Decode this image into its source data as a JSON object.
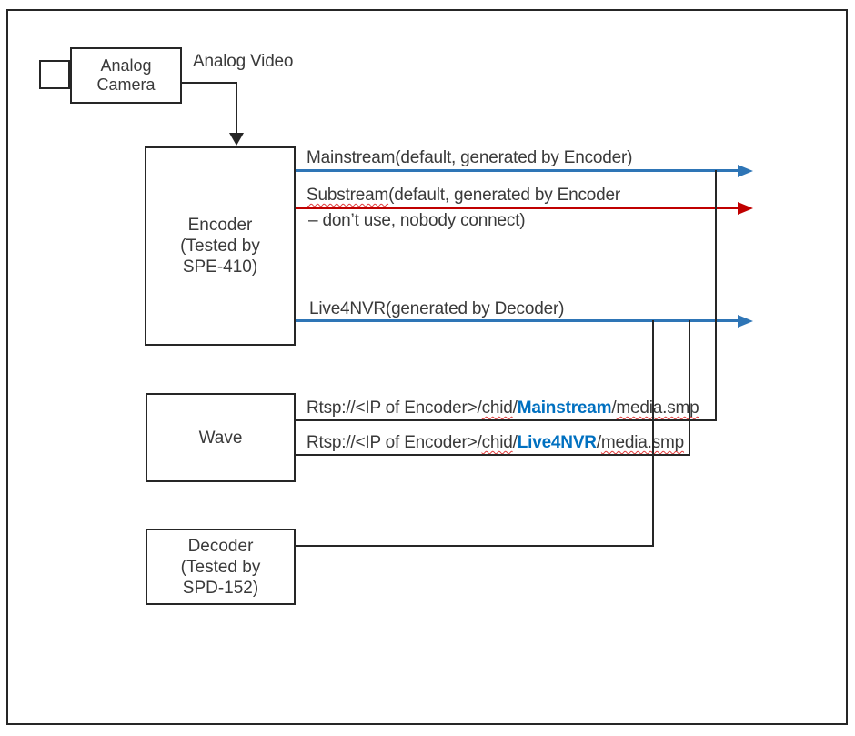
{
  "colors": {
    "stream_blue": "#2E75B6",
    "stream_red": "#C00000",
    "keyword_blue": "#0070C0",
    "diagram_line_black": "#262626",
    "spellcheck_red": "#e03a3a"
  },
  "camera": {
    "line1": "Analog",
    "line2": "Camera"
  },
  "analog_video_label": "Analog Video",
  "encoder": {
    "line1": "Encoder",
    "line2": "(Tested by",
    "line3": "SPE-410)"
  },
  "wave": {
    "label": "Wave"
  },
  "decoder": {
    "line1": "Decoder",
    "line2": "(Tested by",
    "line3": "SPD-152)"
  },
  "streams": {
    "mainstream": {
      "label": "Mainstream(default, generated by Encoder)"
    },
    "substream": {
      "word": "Substream",
      "rest": "(default, generated by Encoder",
      "line2": "– don’t use, nobody connect)"
    },
    "live4nvr": {
      "label": "Live4NVR(generated by Decoder)"
    }
  },
  "rtsp_urls": [
    {
      "prefix": "Rtsp://<IP of Encoder>/",
      "chid": "chid",
      "sep1": "/",
      "stream": "Mainstream",
      "sep2": "/",
      "file": "media.smp"
    },
    {
      "prefix": "Rtsp://<IP of Encoder>/",
      "chid": "chid",
      "sep1": "/",
      "stream": "Live4NVR",
      "sep2": "/",
      "file": "media.smp"
    }
  ]
}
